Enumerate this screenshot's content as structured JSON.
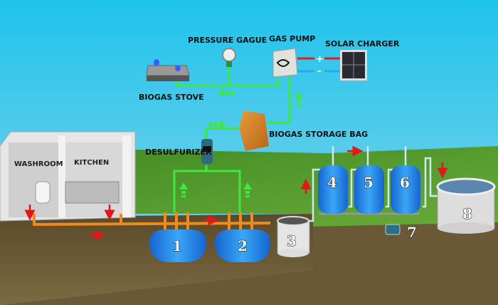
{
  "labels": {
    "pressure_gauge": "PRESSURE GAGUE",
    "gas_pump": "GAS PUMP",
    "solar_charger": "SOLAR CHARGER",
    "biogas_stove": "BIOGAS STOVE",
    "storage_bag": "BIOGAS STORAGE BAG",
    "desulfurizer": "DESULFURIZER",
    "washroom": "WASHROOM",
    "kitchen": "KITCHEN"
  },
  "polarity": {
    "plus": "+",
    "minus": "-"
  },
  "numbers": {
    "t1": "1",
    "t2": "2",
    "t3": "3",
    "t4": "4",
    "t5": "5",
    "t6": "6",
    "t7": "7",
    "t8": "8"
  },
  "colors": {
    "sky": "#33c9ea",
    "grass": "#4f9a2c",
    "soil": "#6e5a34",
    "gas_pipe": "#3ee83e",
    "waste_pipe": "#f08a1c",
    "tank": "#1e88e8",
    "arrow": "#e01818"
  }
}
